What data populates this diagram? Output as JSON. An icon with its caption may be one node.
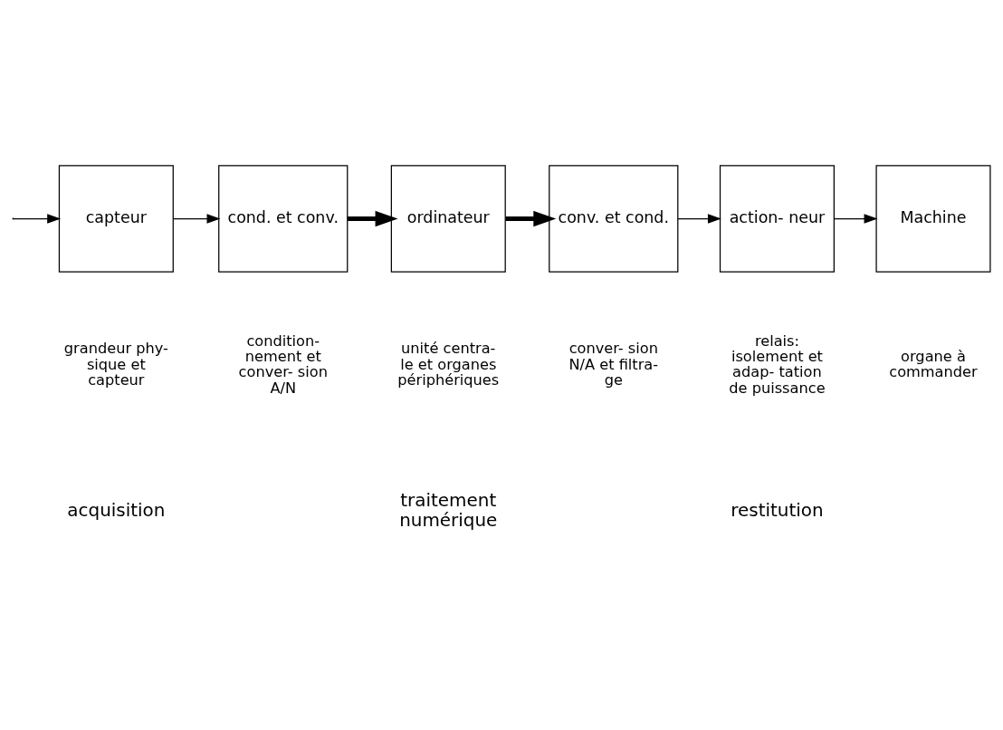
{
  "diagram": {
    "nodes": [
      {
        "text": [
          "capteur"
        ]
      },
      {
        "text": [
          "cond. et conv."
        ]
      },
      {
        "text": [
          "ordinateur"
        ]
      },
      {
        "text": [
          "conv. et cond."
        ]
      },
      {
        "text": [
          "action- neur"
        ]
      },
      {
        "text": [
          "Machine"
        ]
      }
    ],
    "edges": [
      {
        "from": null,
        "to": 0,
        "arrow": "to"
      },
      {
        "from": 0,
        "to": 1,
        "arrow": "to"
      },
      {
        "from": 1,
        "to": 2,
        "arrow": "to",
        "style": "thick"
      },
      {
        "from": 2,
        "to": 3,
        "arrow": "to",
        "style": "thick"
      },
      {
        "from": 3,
        "to": 4,
        "arrow": "to"
      },
      {
        "from": 4,
        "to": 5,
        "arrow": "to"
      }
    ],
    "labels": [
      "grandeur phy- sique et capteur",
      "condition- nement et conver- sion A/N",
      "unité centra- le et organes périphériques",
      "conver- sion N/A et filtra- ge",
      "relais: isolement et adap- tation de puissance",
      "organe à commander",
      "acquisition",
      "traitement numérique",
      "restitution"
    ]
  }
}
